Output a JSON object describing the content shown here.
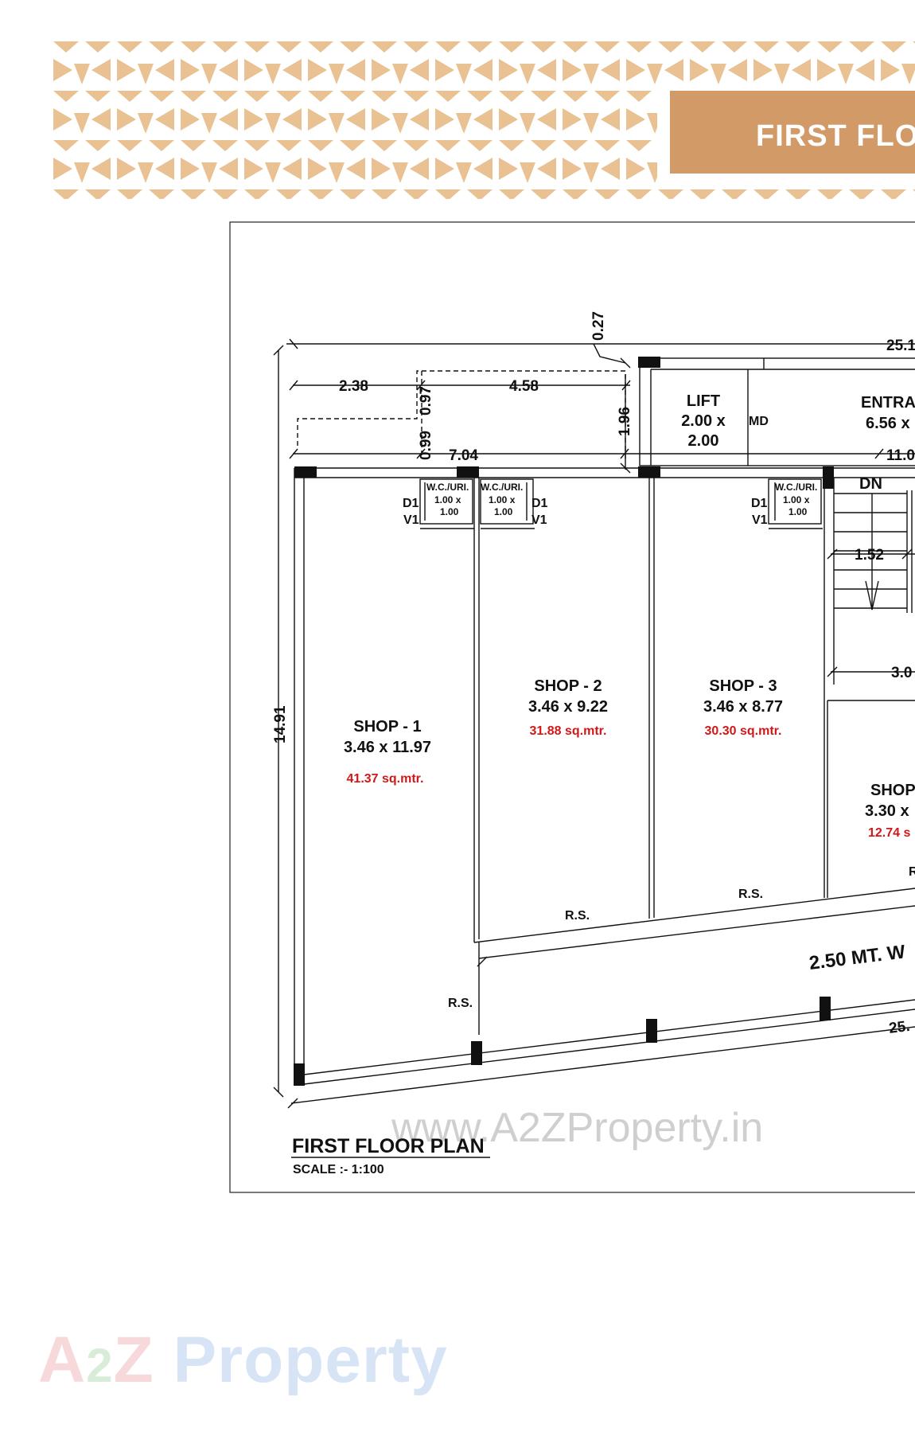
{
  "header": {
    "title": "FIRST FLO"
  },
  "plan": {
    "title": "FIRST FLOOR PLAN",
    "scale": "SCALE :- 1:100",
    "watermark": "www.A2ZProperty.in",
    "dims": {
      "top_total": "25.1",
      "d027": "0.27",
      "d238": "2.38",
      "d458": "4.58",
      "d097": "0.97",
      "d099": "0.99",
      "d196": "1.96",
      "d704": "7.04",
      "d110": "11.0",
      "d1491": "14.91",
      "d152": "1.52",
      "d30": "3.0",
      "bottom_total": "25."
    },
    "lift": {
      "name": "LIFT",
      "size1": "2.00 x",
      "size2": "2.00"
    },
    "md": "MD",
    "entrance": {
      "name": "ENTRA",
      "size": "6.56 x"
    },
    "dn": "DN",
    "wc": [
      {
        "label": "W.C./URI.",
        "size1": "1.00 x",
        "size2": "1.00",
        "door": "D1",
        "vent": "V1"
      },
      {
        "label": "W.C./URI.",
        "size1": "1.00 x",
        "size2": "1.00",
        "door": "D1",
        "vent": "V1"
      },
      {
        "label": "W.C./URI.",
        "size1": "1.00 x",
        "size2": "1.00",
        "door": "D1",
        "vent": "V1"
      }
    ],
    "shops": [
      {
        "name": "SHOP - 1",
        "size": "3.46 x 11.97",
        "area": "41.37 sq.mtr."
      },
      {
        "name": "SHOP - 2",
        "size": "3.46 x 9.22",
        "area": "31.88 sq.mtr."
      },
      {
        "name": "SHOP - 3",
        "size": "3.46 x 8.77",
        "area": "30.30 sq.mtr."
      },
      {
        "name": "SHOP",
        "size": "3.30 x",
        "area": "12.74 s"
      }
    ],
    "rs_label": "R.S.",
    "rs_partial": "R",
    "walkway": "2.50 MT. W"
  },
  "brand": {
    "a": "A",
    "two": "2",
    "z": "Z ",
    "property": "Property"
  },
  "colors": {
    "accent": "#d29a67",
    "pattern": "#e9c193",
    "area_text": "#d01818"
  }
}
